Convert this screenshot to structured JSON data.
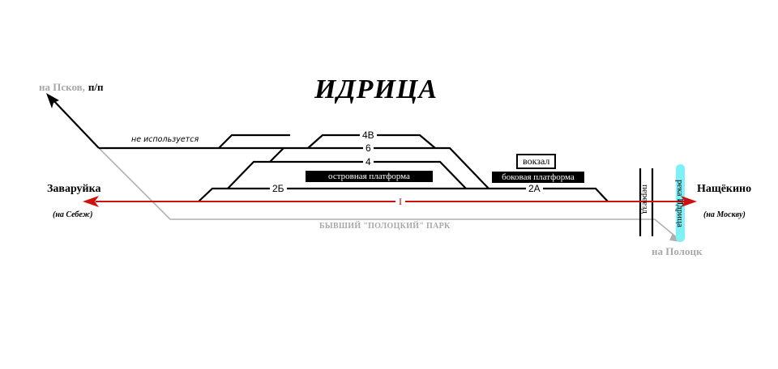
{
  "title": "ИДРИЦА",
  "colors": {
    "main_line": "#cc1111",
    "tracks": "#000000",
    "former_park": "#b0b0b0",
    "river": "#7ff0f6",
    "muted_text": "#a8a8a8"
  },
  "directions": {
    "pskov": {
      "label": "на Псков,",
      "suffix": "п/п"
    },
    "polotsk": {
      "label": "на Полоцк"
    },
    "west": {
      "station": "Заваруйка",
      "sub": "(на Себеж)"
    },
    "east": {
      "station": "Нащёкино",
      "sub": "(на Москву)"
    }
  },
  "tracks": {
    "unused_label": "не используется",
    "t4v": "4В",
    "t6": "6",
    "t4": "4",
    "t2b": "2Б",
    "t2a": "2А",
    "t1": "I"
  },
  "platforms": {
    "island": "островная платформа",
    "side": "боковая платформа"
  },
  "buildings": {
    "station": "вокзал"
  },
  "features": {
    "crossing": "переезд",
    "river": "река Идрица",
    "former_park": "БЫВШИЙ \"ПОЛОЦКИЙ\" ПАРК"
  }
}
